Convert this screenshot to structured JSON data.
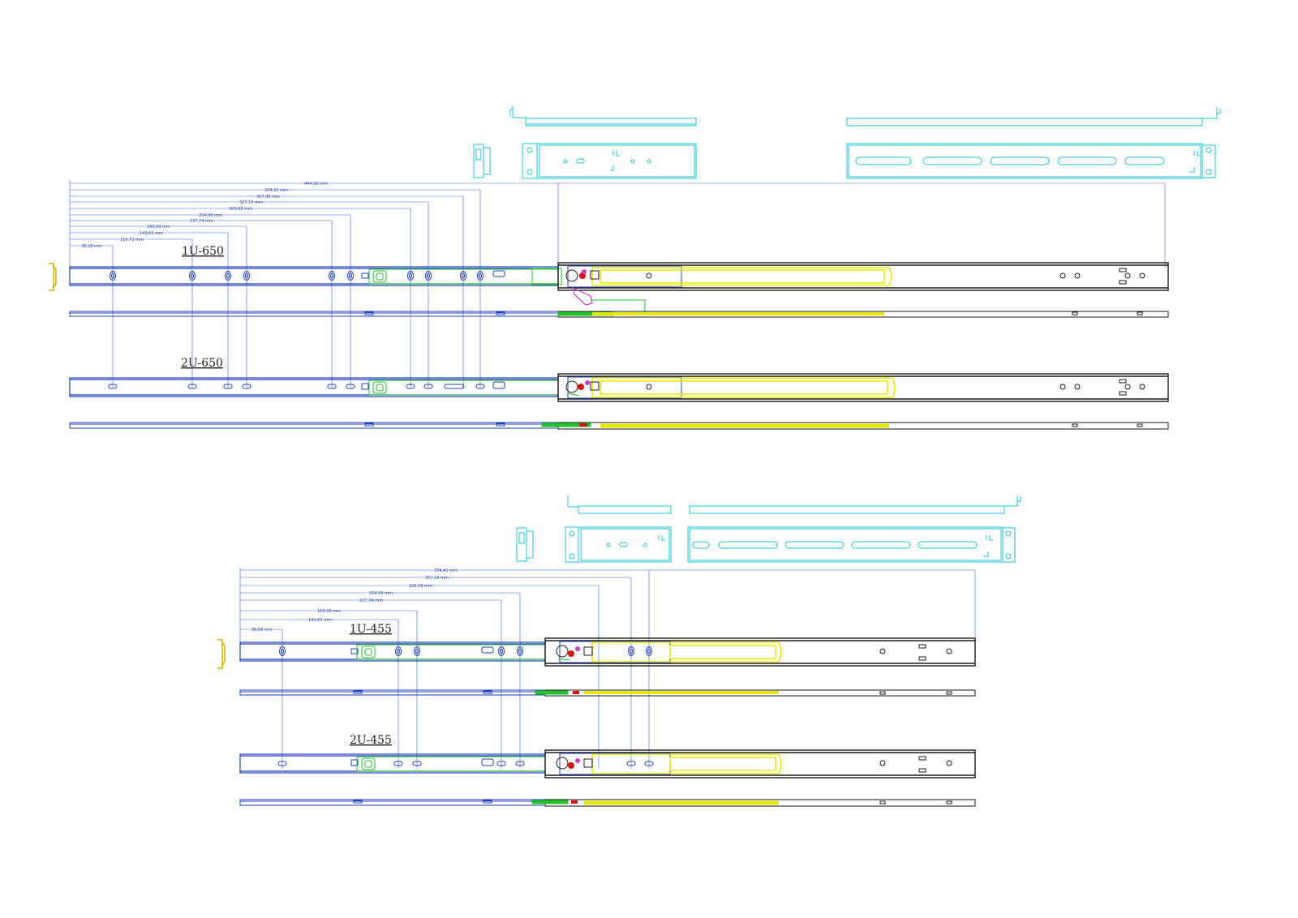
{
  "drawing": {
    "colors": {
      "outline": "#1a1a1a",
      "rail_blue": "#1f3fbf",
      "dim_line": "#3a62c4",
      "bracket_cyan": "#19c8d4",
      "ball_yellow": "#e8e800",
      "clip_green": "#22c22a",
      "latch_magenta": "#d23cc9",
      "latch_red": "#e01010",
      "handle_yellow": "#d6b000"
    },
    "set_650": {
      "labels": {
        "u1": "1U-650",
        "u2": "2U-650"
      },
      "dimensions": [
        {
          "value": 444.9,
          "text": "444,90 mm"
        },
        {
          "value": 374.33,
          "text": "374,33 mm"
        },
        {
          "value": 357.08,
          "text": "357,08 mm"
        },
        {
          "value": 327.13,
          "text": "327,13 mm"
        },
        {
          "value": 309.88,
          "text": "309,88 mm"
        },
        {
          "value": 254.99,
          "text": "254,99 mm"
        },
        {
          "value": 237.74,
          "text": "237,74 mm"
        },
        {
          "value": 160.9,
          "text": "160,90 mm"
        },
        {
          "value": 143.65,
          "text": "143,65 mm"
        },
        {
          "value": 110.71,
          "text": "110,71 mm"
        },
        {
          "value": 38.58,
          "text": "38,58 mm"
        }
      ]
    },
    "set_455": {
      "labels": {
        "u1": "1U-455",
        "u2": "2U-455"
      },
      "dimensions": [
        {
          "value": 374.41,
          "text": "374,41 mm"
        },
        {
          "value": 357.16,
          "text": "357,16 mm"
        },
        {
          "value": 326.58,
          "text": "326,58 mm"
        },
        {
          "value": 254.99,
          "text": "254,99 mm"
        },
        {
          "value": 237.74,
          "text": "237,74 mm"
        },
        {
          "value": 160.9,
          "text": "160,90 mm"
        },
        {
          "value": 143.65,
          "text": "143,65 mm"
        },
        {
          "value": 38.58,
          "text": "38,58 mm"
        }
      ]
    }
  }
}
